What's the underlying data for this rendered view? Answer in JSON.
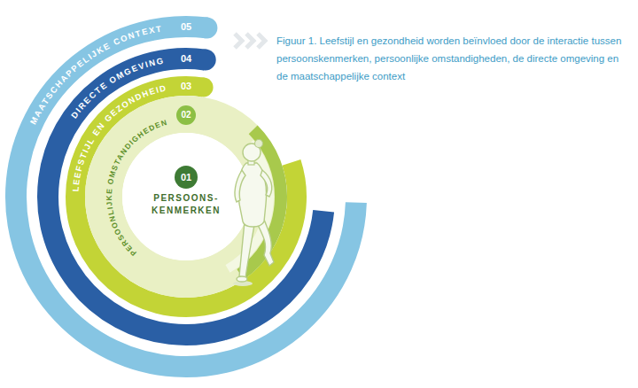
{
  "diagram": {
    "caption": "Figuur 1. Leefstijl en gezondheid worden beïnvloed door de interactie tussen persoonskenmerken, persoonlijke omstandigheden, de directe omgeving en de maatschappelijke context",
    "nodes": [
      {
        "text": [
          "05",
          "MAATSCHAPPELIJKE CONTEXT"
        ]
      },
      {
        "text": [
          "04",
          "DIRECTE OMGEVING"
        ],
        "in": 0
      },
      {
        "text": [
          "03",
          "LEEFSTIJL EN GEZONDHEID"
        ],
        "in": 1
      },
      {
        "text": [
          "02",
          "PERSOONLIJKE OMSTANDIGHEDEN"
        ],
        "in": 2
      },
      {
        "text": [
          "01",
          "PERSOONS- KENMERKEN"
        ],
        "in": 3
      }
    ]
  }
}
